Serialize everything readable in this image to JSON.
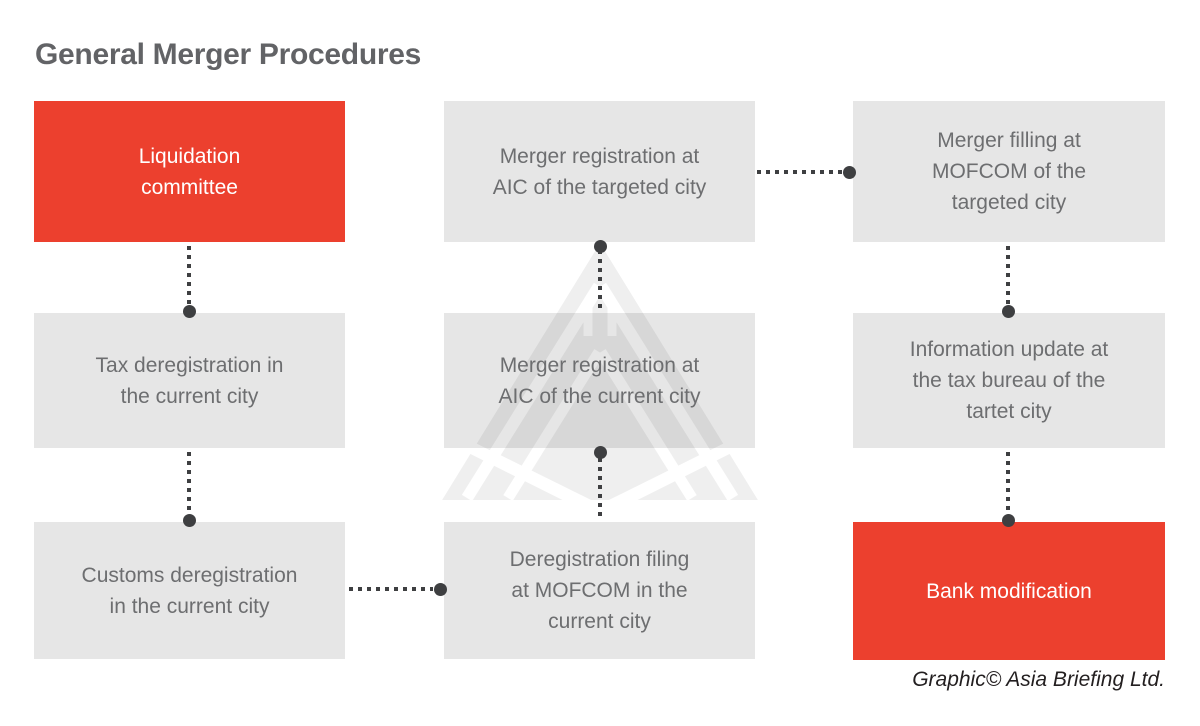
{
  "title": "General Merger Procedures",
  "credit": "Graphic© Asia Briefing Ltd.",
  "colors": {
    "accent_red": "#ec402e",
    "box_gray": "#e6e6e6",
    "box_text_gray": "#6d6e70",
    "title_gray": "#626366",
    "connector_dark": "#3e3f41"
  },
  "flow": {
    "nodes": [
      {
        "id": "liquidation-committee",
        "label": "Liquidation\ncommittee",
        "style": "highlight"
      },
      {
        "id": "merger-registration-aic-targeted-city",
        "label": "Merger registration at\nAIC of the targeted city",
        "style": "normal"
      },
      {
        "id": "merger-filling-mofcom-targeted-city",
        "label": "Merger filling at\nMOFCOM of the\ntargeted city",
        "style": "normal"
      },
      {
        "id": "tax-deregistration-current-city",
        "label": "Tax deregistration in\nthe current city",
        "style": "normal"
      },
      {
        "id": "merger-registration-aic-current-city",
        "label": "Merger registration at\nAIC of the current city",
        "style": "normal"
      },
      {
        "id": "information-update-tax-bureau-tartet-city",
        "label": "Information update at\nthe tax bureau of the\ntartet city",
        "style": "normal"
      },
      {
        "id": "customs-deregistration-current-city",
        "label": "Customs deregistration\nin the current city",
        "style": "normal"
      },
      {
        "id": "deregistration-filing-mofcom-current-city",
        "label": "Deregistration filing\nat MOFCOM in the\ncurrent city",
        "style": "normal"
      },
      {
        "id": "bank-modification",
        "label": "Bank modification",
        "style": "highlight"
      }
    ],
    "connections": [
      {
        "from": "liquidation-committee",
        "to": "tax-deregistration-current-city"
      },
      {
        "from": "tax-deregistration-current-city",
        "to": "customs-deregistration-current-city"
      },
      {
        "from": "customs-deregistration-current-city",
        "to": "deregistration-filing-mofcom-current-city"
      },
      {
        "from": "deregistration-filing-mofcom-current-city",
        "to": "merger-registration-aic-current-city"
      },
      {
        "from": "merger-registration-aic-current-city",
        "to": "merger-registration-aic-targeted-city"
      },
      {
        "from": "merger-registration-aic-targeted-city",
        "to": "merger-filling-mofcom-targeted-city"
      },
      {
        "from": "merger-filling-mofcom-targeted-city",
        "to": "information-update-tax-bureau-tartet-city"
      },
      {
        "from": "information-update-tax-bureau-tartet-city",
        "to": "bank-modification"
      }
    ]
  }
}
